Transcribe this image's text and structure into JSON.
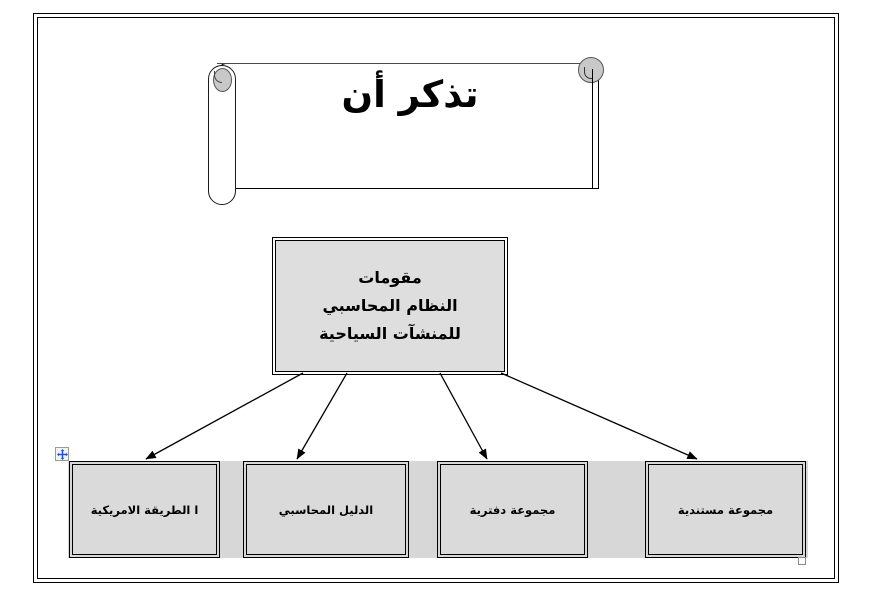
{
  "document": {
    "language": "ar",
    "direction": "rtl",
    "page_frame": "double-ruled-border"
  },
  "banner": {
    "shape": "horizontal-scroll",
    "title": "تذكر أن",
    "curl_color": "#c8c8c8"
  },
  "diagram": {
    "type": "hierarchy",
    "root": {
      "lines": [
        "مقومات",
        "النظام المحاسبي",
        "للمنشآت السياحية"
      ],
      "fill": "#dedede",
      "border": "#000000"
    },
    "children": [
      {
        "label": "ا الطريقة الامريكية"
      },
      {
        "label": "الدليل المحاسبي"
      },
      {
        "label": "مجموعة دفترية"
      },
      {
        "label": "مجموعة مستندية"
      }
    ],
    "connector": {
      "style": "straight-arrow",
      "color": "#000000",
      "count": 4
    },
    "selection_band_color": "#d7d7d7"
  },
  "handles": {
    "move_handle_icon": "move-cross-icon",
    "resize_handle_icon": "resize-square-icon"
  }
}
